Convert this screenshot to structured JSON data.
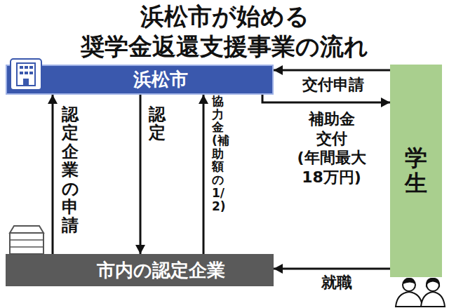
{
  "diagram": {
    "title": "浜松市が始める 奨学金返還支援事業の流れ",
    "nodes": [
      {
        "text": [
          "浜松市"
        ]
      },
      {
        "text": [
          "学生"
        ]
      },
      {
        "text": [
          "市内の認定企業"
        ]
      }
    ],
    "edges": [
      {
        "from": 1,
        "to": 0,
        "arrow": "to",
        "label": "交付申請"
      },
      {
        "from": 0,
        "to": 1,
        "arrow": "to",
        "label": "補助金 交付 (年間最大 18万円)"
      },
      {
        "from": 2,
        "to": 0,
        "arrow": "to",
        "label": "認定企業の申請"
      },
      {
        "from": 0,
        "to": 2,
        "arrow": "to",
        "label": "認定"
      },
      {
        "from": 2,
        "to": 0,
        "arrow": "to",
        "label": "協力金(補助額の1/2)"
      },
      {
        "from": 1,
        "to": 2,
        "arrow": "to",
        "label": "就職"
      }
    ]
  }
}
